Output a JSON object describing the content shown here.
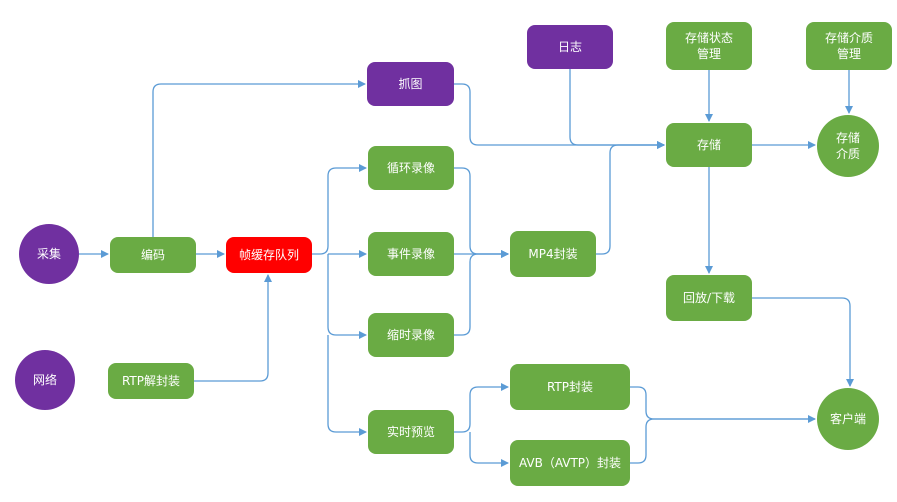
{
  "colors": {
    "green": "#6aab44",
    "purple": "#7030a0",
    "red": "#ff0000",
    "arrow": "#5b9bd5"
  },
  "nodes": {
    "capture": "采集",
    "encode": "编码",
    "frame_queue": "帧缓存队列",
    "network": "网络",
    "rtp_depack": "RTP解封装",
    "snapshot": "抓图",
    "loop_record": "循环录像",
    "event_record": "事件录像",
    "timelapse_record": "缩时录像",
    "live_preview": "实时预览",
    "mp4_pack": "MP4封装",
    "rtp_pack": "RTP封装",
    "avb_pack": "AVB（AVTP）封装",
    "log": "日志",
    "storage_status_mgmt": "存储状态\n管理",
    "storage_media_mgmt": "存储介质\n管理",
    "storage": "存储",
    "storage_media": "存储\n介质",
    "playback_download": "回放/下载",
    "client": "客户端"
  }
}
